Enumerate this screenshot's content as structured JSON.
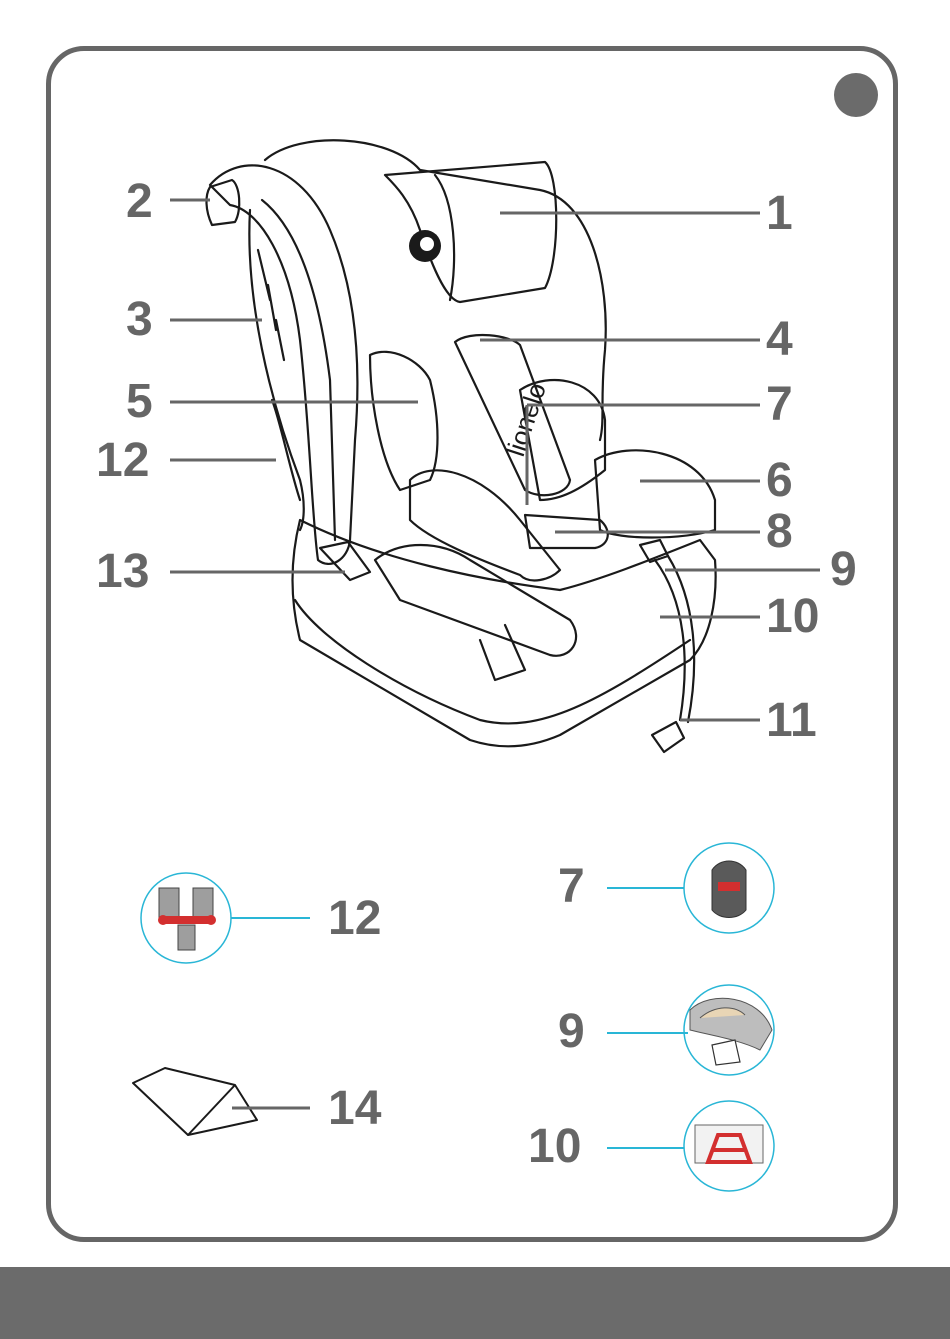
{
  "seat": {
    "brand_text": "lionelo"
  },
  "callouts": {
    "c1": "1",
    "c2": "2",
    "c3": "3",
    "c4": "4",
    "c5": "5",
    "c6": "6",
    "c7": "7",
    "c8": "8",
    "c9": "9",
    "c10": "10",
    "c11": "11",
    "c12": "12",
    "c13": "13"
  },
  "details": {
    "d12": "12",
    "d7": "7",
    "d9": "9",
    "d14": "14",
    "d10": "10"
  },
  "colors": {
    "frame": "#666666",
    "accent_red": "#d32f2f",
    "detail_ring": "#29b6d6"
  }
}
